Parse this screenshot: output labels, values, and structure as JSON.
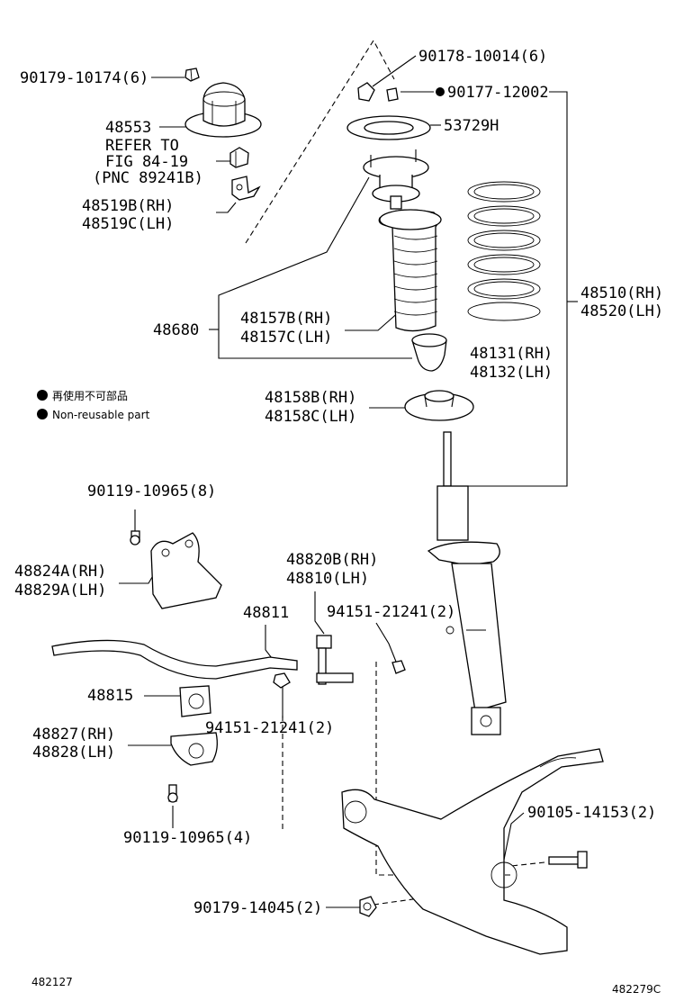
{
  "diagram": {
    "labels": {
      "p90179_10174": "90179-10174(6)",
      "p48553": "48553",
      "refer_to": "REFER TO",
      "fig": "FIG 84-19",
      "pnc": "(PNC 89241B)",
      "p48519b": "48519B(RH)",
      "p48519c": "48519C(LH)",
      "p90178_10014": "90178-10014(6)",
      "p90177_12002": "90177-12002",
      "p53729h": "53729H",
      "p48510": "48510(RH)",
      "p48520": "48520(LH)",
      "p48680": "48680",
      "p48157b": "48157B(RH)",
      "p48157c": "48157C(LH)",
      "p48131": "48131(RH)",
      "p48132": "48132(LH)",
      "p48158b": "48158B(RH)",
      "p48158c": "48158C(LH)",
      "p90119_10965_8": "90119-10965(8)",
      "p48824a": "48824A(RH)",
      "p48829a": "48829A(LH)",
      "p48820b": "48820B(RH)",
      "p48810": "48810(LH)",
      "p48811": "48811",
      "p94151_top": "94151-21241(2)",
      "p48815": "48815",
      "p94151_bottom": "94151-21241(2)",
      "p48827": "48827(RH)",
      "p48828": "48828(LH)",
      "p90119_10965_4": "90119-10965(4)",
      "p90105_14153": "90105-14153(2)",
      "p90179_14045": "90179-14045(2)"
    },
    "legend": {
      "jp": "再使用不可部品",
      "en": "Non-reusable part"
    },
    "footer": {
      "left": "482127",
      "right": "482279C"
    }
  }
}
